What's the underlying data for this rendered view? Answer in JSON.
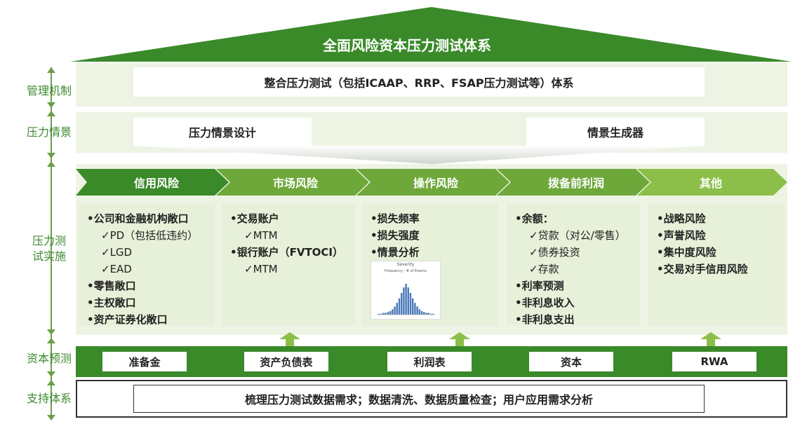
{
  "title": "全面风险资本压力测试体系",
  "left_labels": {
    "management": "管理机制",
    "scenario": "压力情景",
    "implementation_line1": "压力测",
    "implementation_line2": "试实施",
    "capital_forecast": "资本预测",
    "support": "支持体系"
  },
  "management": {
    "box": "整合压力测试（包括ICAAP、RRP、FSAP压力测试等）体系"
  },
  "scenario": {
    "design": "压力情景设计",
    "generator": "情景生成器"
  },
  "chevrons": [
    "信用风险",
    "市场风险",
    "操作风险",
    "拨备前利润",
    "其他"
  ],
  "columns": {
    "credit": {
      "item1": "•公司和金融机构敞口",
      "sub1": "✓PD（包括低违约）",
      "sub2": "✓LGD",
      "sub3": "✓EAD",
      "item2": "•零售敞口",
      "item3": "•主权敞口",
      "item4": "•资产证券化敞口"
    },
    "market": {
      "item1": "•交易账户",
      "sub1": "✓MTM",
      "item2": "•银行账户（FVTOCI）",
      "sub2": "✓MTM"
    },
    "operational": {
      "item1": "•损失频率",
      "item2": "•损失强度",
      "item3": "•情景分析",
      "mini_chart_title": "Severity",
      "mini_chart_subtitle": "Frequency - # of Events"
    },
    "pppnr": {
      "item1": "•余额：",
      "sub1": "✓贷款（对公/零售）",
      "sub2": "✓债券投资",
      "sub3": "✓存款",
      "item2": "•利率预测",
      "item3": "•非利息收入",
      "item4": "•非利息支出"
    },
    "other": {
      "item1": "•战略风险",
      "item2": "•声誉风险",
      "item3": "•集中度风险",
      "item4": "•交易对手信用风险"
    }
  },
  "capital_items": [
    "准备金",
    "资产负债表",
    "利润表",
    "资本",
    "RWA"
  ],
  "support": {
    "box": "梳理压力测试数据需求；数据清洗、数据质量检查；用户应用需求分析"
  },
  "mini_chart_bars": [
    1,
    1,
    2,
    2,
    3,
    4,
    6,
    9,
    13,
    18,
    24,
    30,
    34,
    30,
    24,
    18,
    13,
    9,
    6,
    4,
    3,
    2,
    2,
    1,
    1
  ],
  "colors": {
    "dark_green": "#3a8a2a",
    "mid_green": "#6ea83a",
    "light_green": "#8cbf4a",
    "band": "#eef4e4",
    "column": "#e7f0d8",
    "label_green": "#3d8a2e"
  }
}
